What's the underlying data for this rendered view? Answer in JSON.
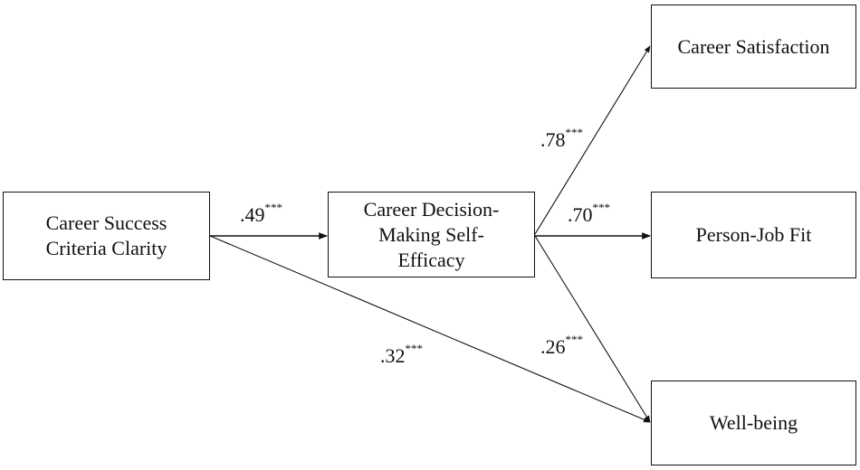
{
  "nodes": {
    "predictor": {
      "lines": [
        "Career Success",
        "Criteria Clarity"
      ]
    },
    "mediator": {
      "lines": [
        "Career Decision-",
        "Making Self-",
        "Efficacy"
      ]
    },
    "outcome_satisfaction": {
      "lines": [
        "Career Satisfaction"
      ]
    },
    "outcome_fit": {
      "lines": [
        "Person-Job Fit"
      ]
    },
    "outcome_wellbeing": {
      "lines": [
        "Well-being"
      ]
    }
  },
  "paths": {
    "predictor_to_mediator": {
      "value": ".49",
      "sig": "***"
    },
    "mediator_to_satisfaction": {
      "value": ".78",
      "sig": "***"
    },
    "mediator_to_fit": {
      "value": ".70",
      "sig": "***"
    },
    "mediator_to_wellbeing": {
      "value": ".26",
      "sig": "***"
    },
    "predictor_to_wellbeing": {
      "value": ".32",
      "sig": "***"
    }
  }
}
